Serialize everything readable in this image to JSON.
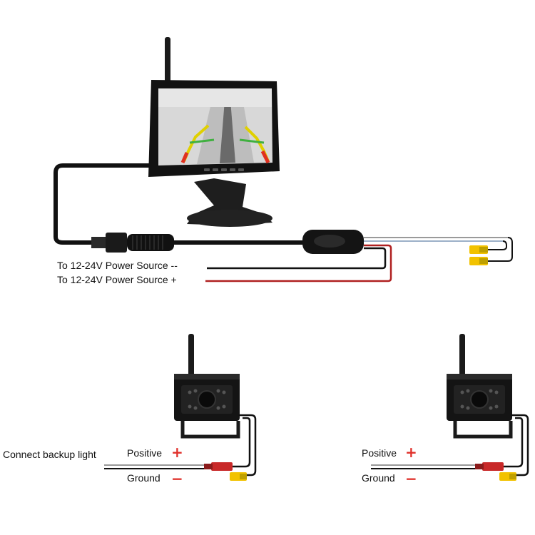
{
  "labels": {
    "power_negative": "To 12-24V Power Source --",
    "power_positive": "To 12-24V Power Source +",
    "connect_backup_light": "Connect backup light",
    "cam1_positive": "Positive",
    "cam1_ground": "Ground",
    "cam2_positive": "Positive",
    "cam2_ground": "Ground"
  },
  "signs": {
    "plus": "+",
    "minus": "−"
  },
  "colors": {
    "cable_black": "#111111",
    "wire_red": "#b02020",
    "rca_yellow": "#f2c200",
    "wire_gray": "#9a9a9a",
    "road_gray": "#c8c8c8"
  },
  "icons": [
    "monitor-icon",
    "antenna-icon",
    "camera-icon",
    "rca-connector-icon",
    "inline-fuse-icon"
  ]
}
